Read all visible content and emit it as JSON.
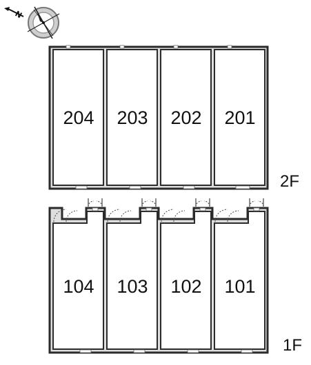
{
  "compass": {
    "north_label": "N"
  },
  "floors": [
    {
      "label": "2F",
      "units": [
        "204",
        "203",
        "202",
        "201"
      ]
    },
    {
      "label": "1F",
      "units": [
        "104",
        "103",
        "102",
        "101"
      ]
    }
  ],
  "colors": {
    "wall": "#2b2b2b",
    "wall_inner": "#8a8a8a",
    "door": "#444444"
  }
}
